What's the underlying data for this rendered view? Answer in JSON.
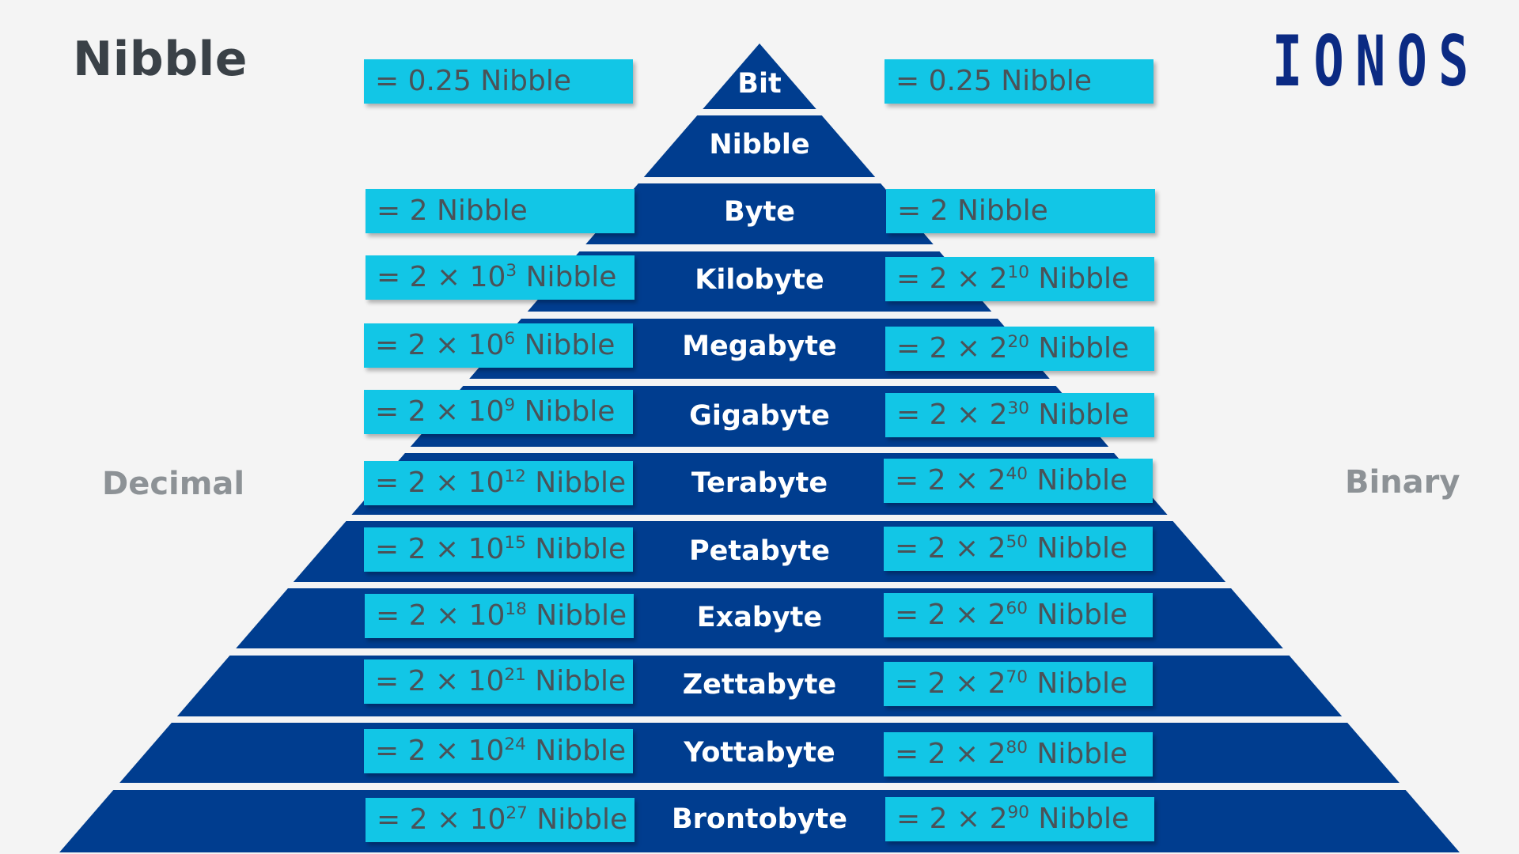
{
  "header": {
    "title": "Nibble",
    "logo_text": "IONOS"
  },
  "labels": {
    "decimal": "Decimal",
    "binary": "Binary"
  },
  "colors": {
    "pyramid": "#003d8f",
    "box": "#12c6e6",
    "box_text": "#4a5258",
    "logo": "#0b2a83",
    "title": "#3a4147",
    "side_label": "#8d9296",
    "background": "#f4f4f4"
  },
  "levels": [
    {
      "name": "Bit",
      "decimal": {
        "prefix": "= 0.25 Nibble",
        "exp": "",
        "suffix": ""
      },
      "binary": {
        "prefix": "= 0.25 Nibble",
        "exp": "",
        "suffix": ""
      }
    },
    {
      "name": "Nibble",
      "decimal": null,
      "binary": null
    },
    {
      "name": "Byte",
      "decimal": {
        "prefix": "= 2 Nibble",
        "exp": "",
        "suffix": ""
      },
      "binary": {
        "prefix": "= 2 Nibble",
        "exp": "",
        "suffix": ""
      }
    },
    {
      "name": "Kilobyte",
      "decimal": {
        "prefix": "= 2 × 10",
        "exp": "3",
        "suffix": " Nibble"
      },
      "binary": {
        "prefix": "= 2 × 2",
        "exp": "10",
        "suffix": " Nibble"
      }
    },
    {
      "name": "Megabyte",
      "decimal": {
        "prefix": "= 2 × 10",
        "exp": "6",
        "suffix": " Nibble"
      },
      "binary": {
        "prefix": "= 2 × 2",
        "exp": "20",
        "suffix": " Nibble"
      }
    },
    {
      "name": "Gigabyte",
      "decimal": {
        "prefix": "= 2 × 10",
        "exp": "9",
        "suffix": " Nibble"
      },
      "binary": {
        "prefix": "= 2 × 2",
        "exp": "30",
        "suffix": " Nibble"
      }
    },
    {
      "name": "Terabyte",
      "decimal": {
        "prefix": "= 2 × 10",
        "exp": "12",
        "suffix": " Nibble"
      },
      "binary": {
        "prefix": "= 2 × 2",
        "exp": "40",
        "suffix": " Nibble"
      }
    },
    {
      "name": "Petabyte",
      "decimal": {
        "prefix": "= 2 × 10",
        "exp": "15",
        "suffix": " Nibble"
      },
      "binary": {
        "prefix": "= 2 × 2",
        "exp": "50",
        "suffix": " Nibble"
      }
    },
    {
      "name": "Exabyte",
      "decimal": {
        "prefix": "= 2 × 10",
        "exp": "18",
        "suffix": " Nibble"
      },
      "binary": {
        "prefix": "= 2 × 2",
        "exp": "60",
        "suffix": " Nibble"
      }
    },
    {
      "name": "Zettabyte",
      "decimal": {
        "prefix": "= 2 × 10",
        "exp": "21",
        "suffix": " Nibble"
      },
      "binary": {
        "prefix": "= 2 × 2",
        "exp": "70",
        "suffix": " Nibble"
      }
    },
    {
      "name": "Yottabyte",
      "decimal": {
        "prefix": "= 2 × 10",
        "exp": "24",
        "suffix": " Nibble"
      },
      "binary": {
        "prefix": "= 2 × 2",
        "exp": "80",
        "suffix": " Nibble"
      }
    },
    {
      "name": "Brontobyte",
      "decimal": {
        "prefix": "= 2 × 10",
        "exp": "27",
        "suffix": " Nibble"
      },
      "binary": {
        "prefix": "= 2 × 2",
        "exp": "90",
        "suffix": " Nibble"
      }
    }
  ]
}
